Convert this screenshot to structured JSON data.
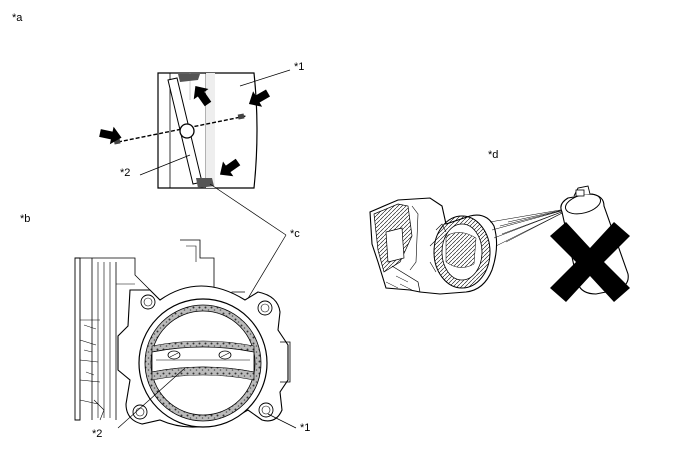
{
  "labels": {
    "a": "*a",
    "b": "*b",
    "c": "*c",
    "d": "*d",
    "one_top": "*1",
    "two_top": "*2",
    "one_bottom": "*1",
    "two_bottom": "*2"
  },
  "icons": {
    "prohibited": "x-mark-icon",
    "arrow": "arrow-icon"
  },
  "colors": {
    "ink": "#000000",
    "paper": "#ffffff",
    "shade": "#cccccc",
    "deposit": "#555555"
  }
}
